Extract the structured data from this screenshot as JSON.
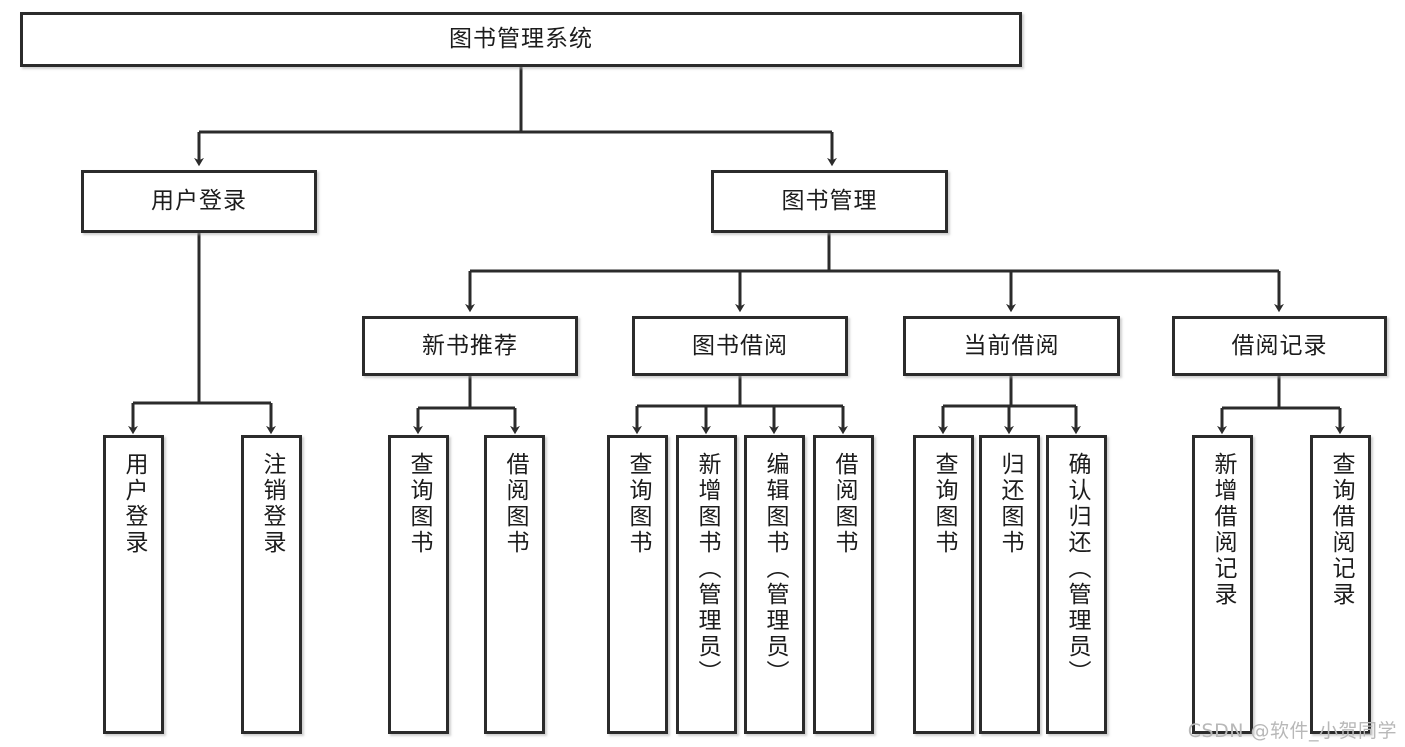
{
  "diagram": {
    "type": "hierarchy-tree",
    "title": "图书管理系统",
    "watermark": "CSDN @软件_小贺同学",
    "colors": {
      "box_border": "#2b2b2b",
      "box_fill": "#ffffff",
      "connector": "#2b2b2b",
      "watermark": "#b8b8b8"
    },
    "nodes": {
      "root": {
        "label": "图书管理系统"
      },
      "level2": [
        {
          "label": "用户登录"
        },
        {
          "label": "图书管理"
        }
      ],
      "level3": [
        {
          "label": "新书推荐"
        },
        {
          "label": "图书借阅"
        },
        {
          "label": "当前借阅"
        },
        {
          "label": "借阅记录"
        }
      ],
      "leaves": {
        "user_login": [
          {
            "label": "用户登录"
          },
          {
            "label": "注销登录"
          }
        ],
        "new_book_recommend": [
          {
            "label": "查询图书"
          },
          {
            "label": "借阅图书"
          }
        ],
        "book_borrow": [
          {
            "label": "查询图书"
          },
          {
            "label": "新增图书（管理员）"
          },
          {
            "label": "编辑图书（管理员）"
          },
          {
            "label": "借阅图书"
          }
        ],
        "current_borrow": [
          {
            "label": "查询图书"
          },
          {
            "label": "归还图书"
          },
          {
            "label": "确认归还（管理员）"
          }
        ],
        "borrow_record": [
          {
            "label": "新增借阅记录"
          },
          {
            "label": "查询借阅记录"
          }
        ]
      }
    }
  }
}
